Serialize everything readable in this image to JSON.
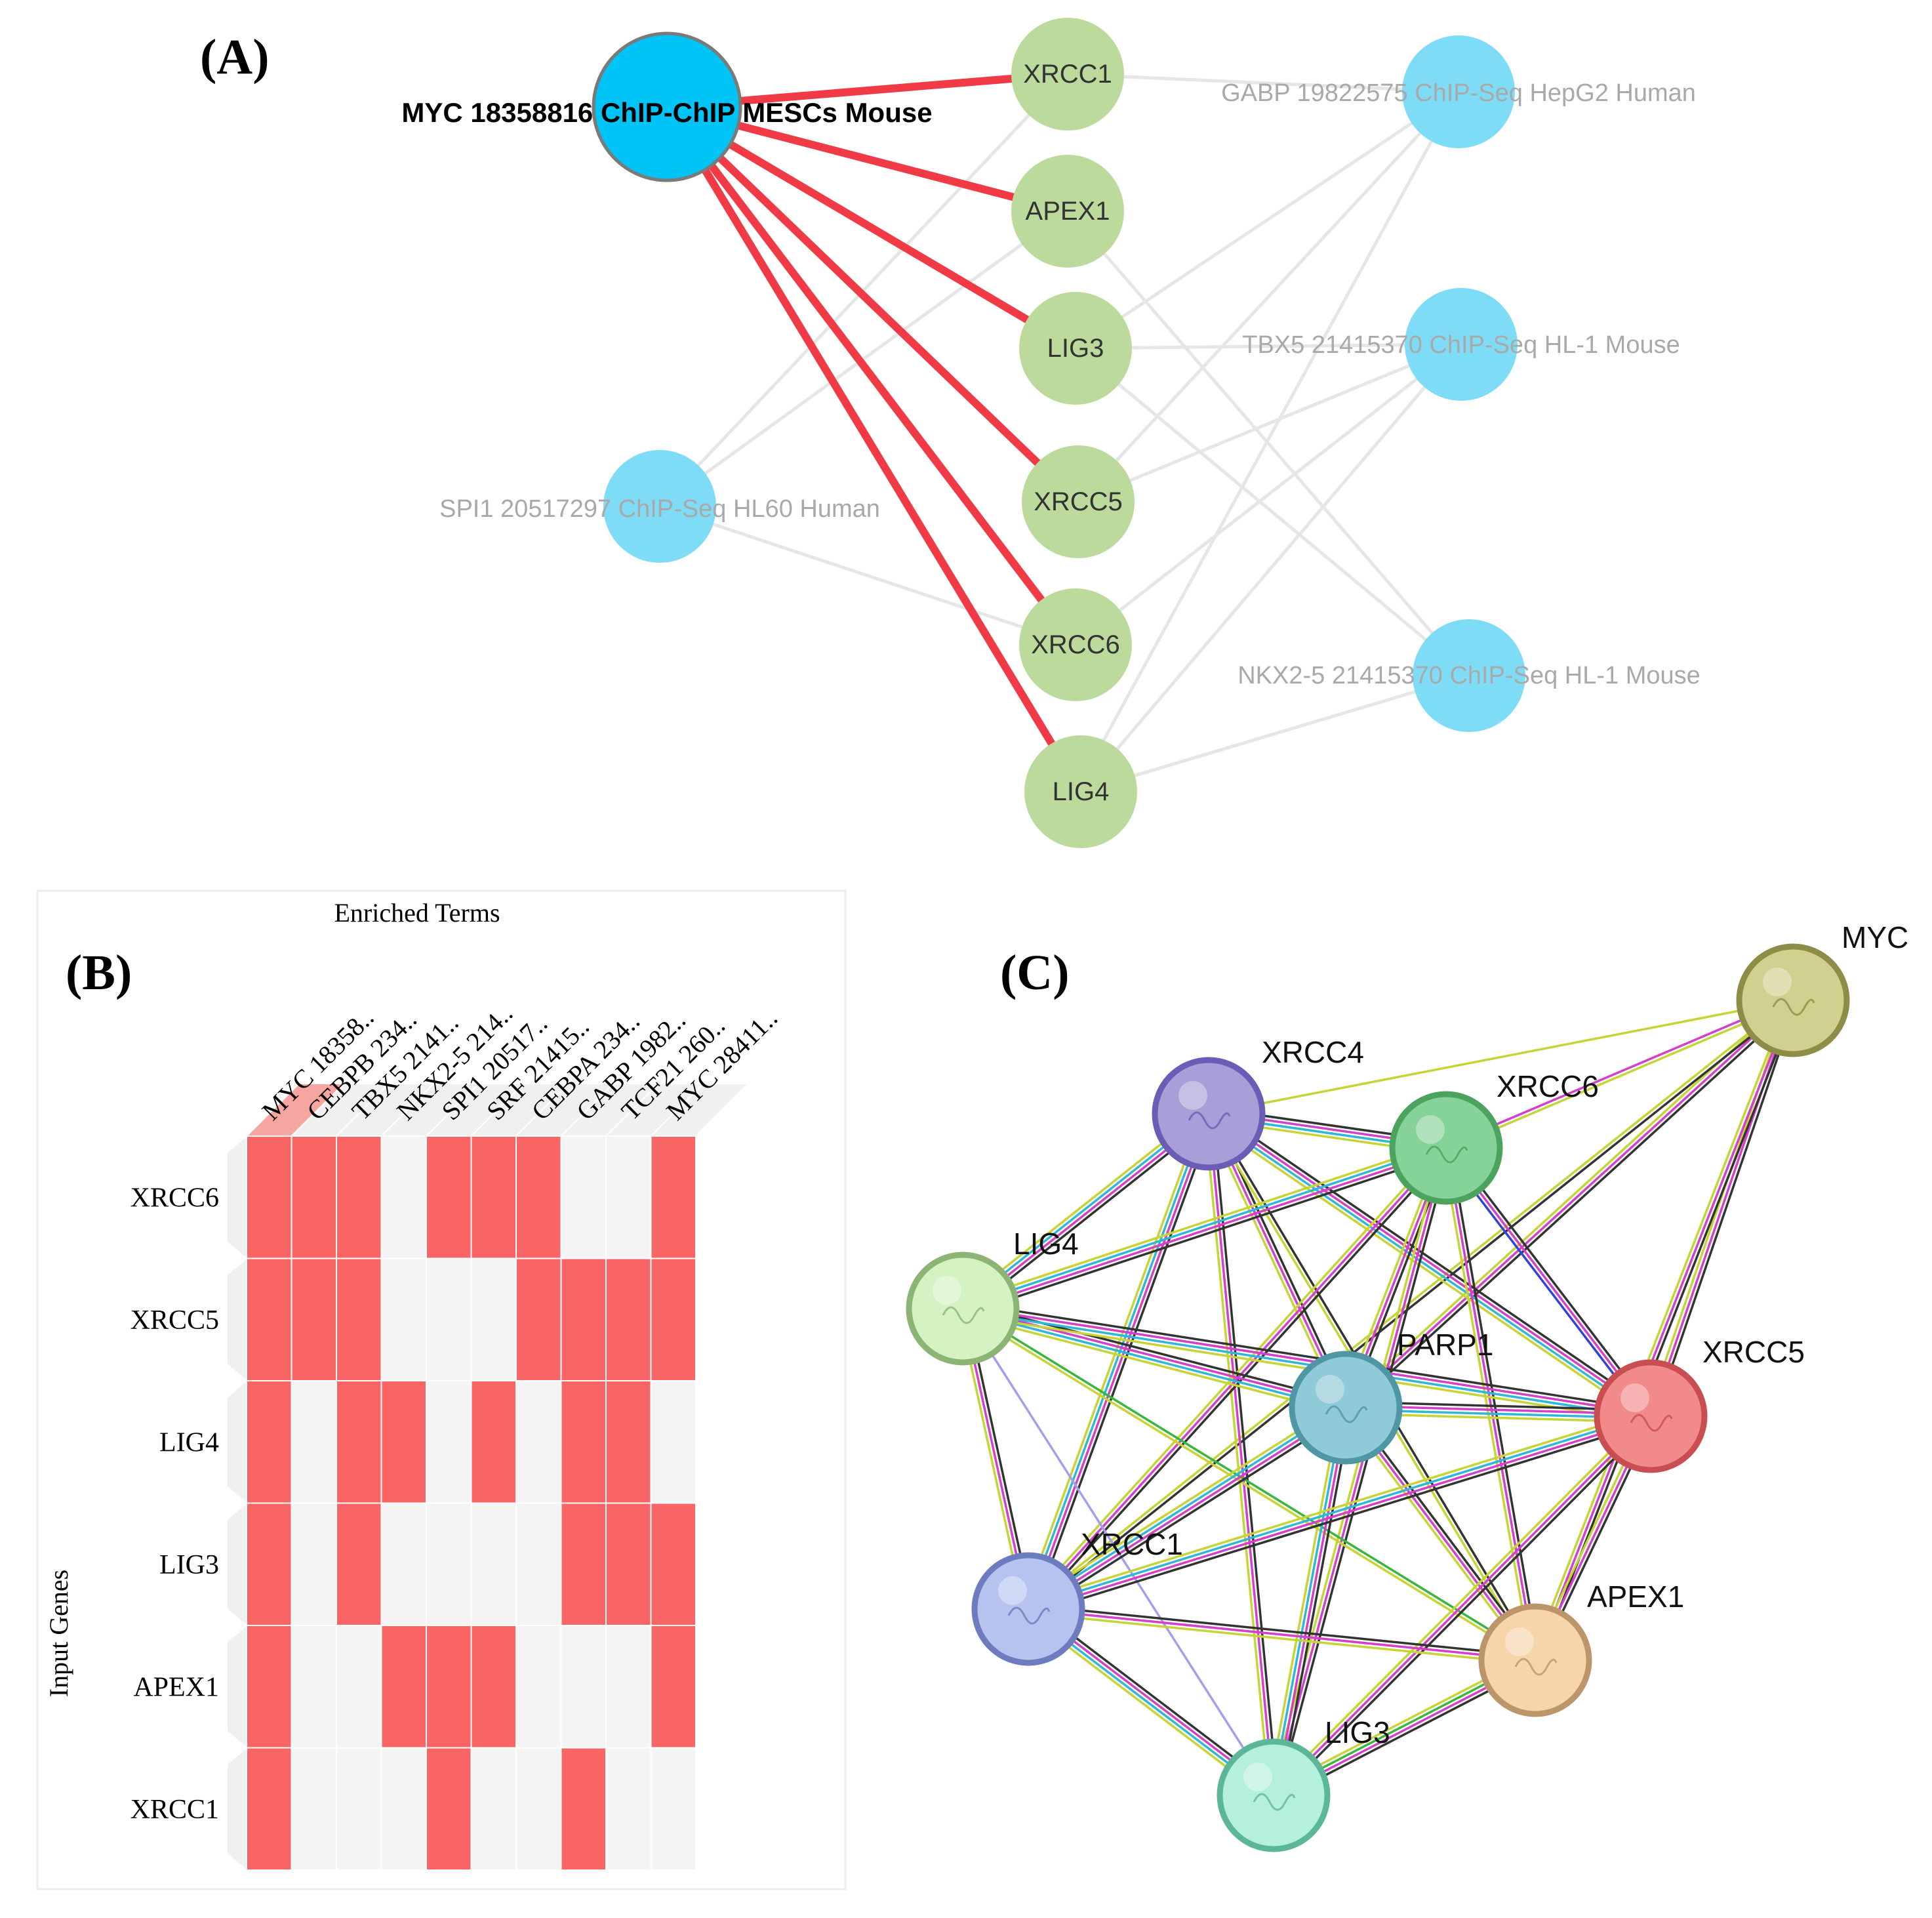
{
  "panel_labels": {
    "a": "(A)",
    "b": "(B)",
    "c": "(C)"
  },
  "panel_a": {
    "hub_label": "MYC 18358816 ChIP-ChIP MESCs Mouse",
    "genes": [
      "XRCC1",
      "APEX1",
      "LIG3",
      "XRCC5",
      "XRCC6",
      "LIG4"
    ],
    "tf_labels": {
      "gabp": "GABP 19822575 ChIP-Seq HepG2 Human",
      "tbx5": "TBX5 21415370 ChIP-Seq HL-1 Mouse",
      "spi1": "SPI1 20517297 ChIP-Seq HL60 Human",
      "nkx": "NKX2-5 21415370 ChIP-Seq HL-1 Mouse"
    },
    "colors": {
      "hub": "#00c4f6",
      "tf": "#7fdcf7",
      "gene": "#bcda9b",
      "highlight_edge": "#f03a45",
      "edge": "#e6e6e6"
    }
  },
  "panel_b": {
    "title": "Enriched Terms",
    "ylabel": "Input Genes",
    "columns": [
      "MYC 18358..",
      "CEBPB 234..",
      "TBX5 2141..",
      "NKX2-5 214..",
      "SPI1 20517..",
      "SRF 21415..",
      "CEBPA 234..",
      "GABP 1982..",
      "TCF21 260..",
      "MYC 28411.."
    ],
    "rows": [
      "XRCC6",
      "XRCC5",
      "LIG4",
      "LIG3",
      "APEX1",
      "XRCC1"
    ],
    "matrix": [
      [
        1,
        1,
        1,
        0,
        1,
        1,
        1,
        0,
        0,
        1
      ],
      [
        1,
        1,
        1,
        0,
        0,
        0,
        1,
        1,
        1,
        1
      ],
      [
        1,
        0,
        1,
        1,
        0,
        1,
        0,
        1,
        1,
        0
      ],
      [
        1,
        0,
        1,
        0,
        0,
        0,
        0,
        1,
        1,
        1
      ],
      [
        1,
        0,
        0,
        1,
        1,
        1,
        0,
        0,
        0,
        1
      ],
      [
        1,
        0,
        0,
        0,
        1,
        0,
        0,
        1,
        0,
        0
      ]
    ],
    "colors": {
      "on": "#f96464",
      "off": "#f4f4f4",
      "highlight": "#f7a5a0"
    }
  },
  "panel_c": {
    "nodes": [
      "MYC",
      "XRCC4",
      "XRCC6",
      "LIG4",
      "PARP1",
      "XRCC5",
      "XRCC1",
      "APEX1",
      "LIG3"
    ]
  }
}
